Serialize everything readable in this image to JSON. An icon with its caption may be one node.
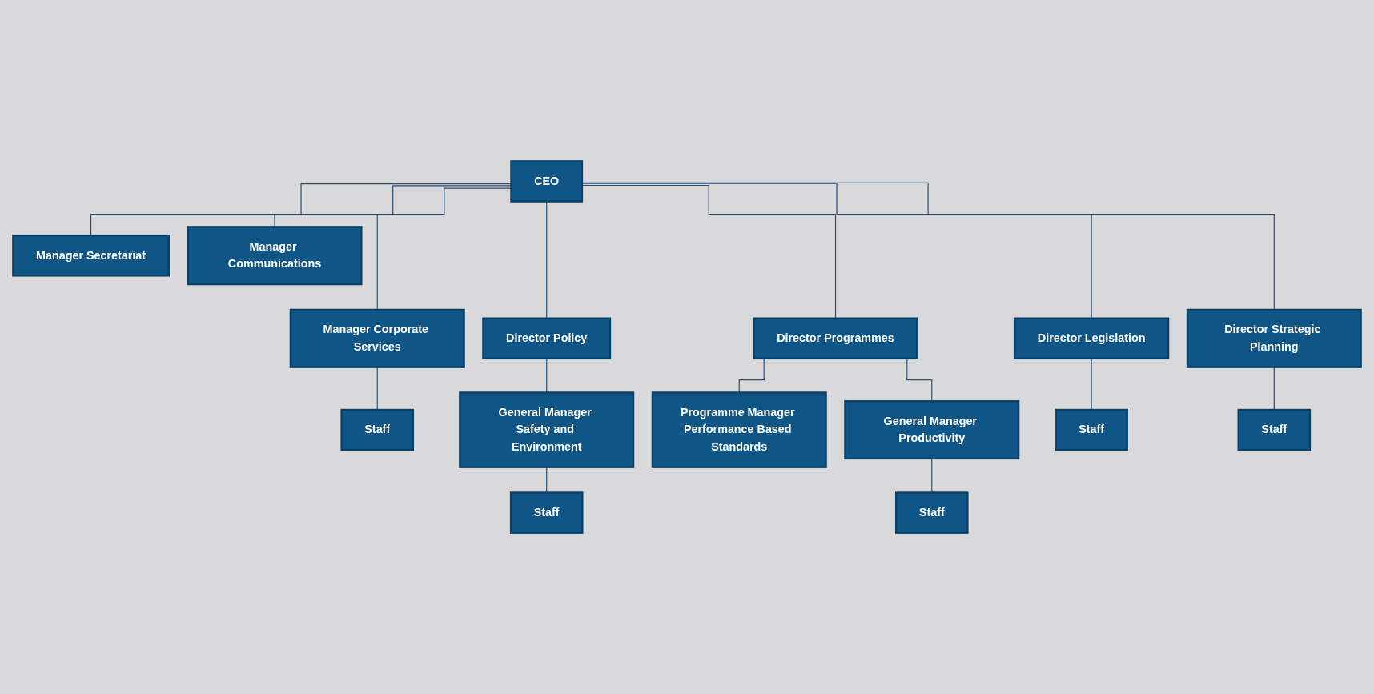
{
  "diagram": {
    "nodes": [
      {
        "text": [
          "CEO"
        ]
      },
      {
        "text": [
          "Manager Secretariat"
        ]
      },
      {
        "text": [
          "Manager Communications"
        ]
      },
      {
        "text": [
          "Manager Corporate Services"
        ]
      },
      {
        "text": [
          "Director Policy"
        ]
      },
      {
        "text": [
          "Director Programmes"
        ]
      },
      {
        "text": [
          "Director Legislation"
        ]
      },
      {
        "text": [
          "Director Strategic Planning"
        ]
      },
      {
        "text": [
          "Staff"
        ]
      },
      {
        "text": [
          "General Manager Safety and Environment"
        ]
      },
      {
        "text": [
          "Programme Manager Performance Based Standards"
        ]
      },
      {
        "text": [
          "General Manager Productivity"
        ]
      },
      {
        "text": [
          "Staff"
        ]
      },
      {
        "text": [
          "Staff"
        ]
      },
      {
        "text": [
          "Staff"
        ]
      },
      {
        "text": [
          "Staff"
        ]
      }
    ],
    "edges": [
      {
        "from": 0,
        "to": 1,
        "arrow": "none"
      },
      {
        "from": 0,
        "to": 2,
        "arrow": "none"
      },
      {
        "from": 0,
        "to": 3,
        "arrow": "none"
      },
      {
        "from": 0,
        "to": 4,
        "arrow": "none"
      },
      {
        "from": 0,
        "to": 5,
        "arrow": "none"
      },
      {
        "from": 0,
        "to": 6,
        "arrow": "none"
      },
      {
        "from": 0,
        "to": 7,
        "arrow": "none"
      },
      {
        "from": 3,
        "to": 8,
        "arrow": "none"
      },
      {
        "from": 4,
        "to": 9,
        "arrow": "none"
      },
      {
        "from": 5,
        "to": 10,
        "arrow": "none"
      },
      {
        "from": 5,
        "to": 11,
        "arrow": "none"
      },
      {
        "from": 6,
        "to": 12,
        "arrow": "none"
      },
      {
        "from": 7,
        "to": 13,
        "arrow": "none"
      },
      {
        "from": 9,
        "to": 14,
        "arrow": "none"
      },
      {
        "from": 11,
        "to": 15,
        "arrow": "none"
      }
    ]
  }
}
